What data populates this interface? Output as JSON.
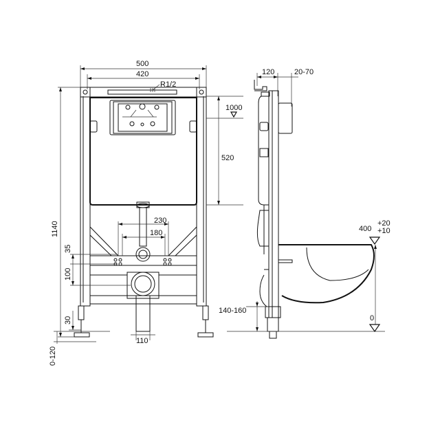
{
  "drawing": {
    "front_view": {
      "width_outer": "500",
      "width_inner": "420",
      "connection": "R1/2",
      "height_total": "1140",
      "tank_height": "520",
      "waste_spacing": "230",
      "bolt_spacing": "180",
      "dim_35": "35",
      "dim_100": "100",
      "dim_30": "30",
      "foot_adjust": "0-120",
      "pipe_dia": "110",
      "level_1000": "1000"
    },
    "side_view": {
      "depth": "120",
      "wall_range": "20-70",
      "bowl_height": "400",
      "tol_plus20": "+20",
      "tol_plus10": "+10",
      "floor_level": "0",
      "pipe_height": "140-160"
    }
  }
}
